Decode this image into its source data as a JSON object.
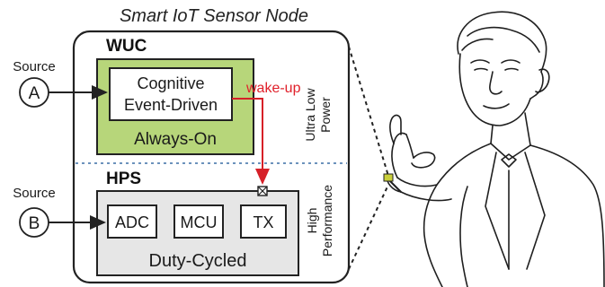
{
  "title": "Smart IoT Sensor Node",
  "wuc": {
    "label": "WUC",
    "inner_line1": "Cognitive",
    "inner_line2": "Event-Driven",
    "mode": "Always-On",
    "side_line1": "Ultra Low",
    "side_line2": "Power",
    "color": "#b7d67a"
  },
  "hps": {
    "label": "HPS",
    "blocks": [
      "ADC",
      "MCU",
      "TX"
    ],
    "mode": "Duty-Cycled",
    "side_line1": "High",
    "side_line2": "Performance",
    "color": "#e6e6e6"
  },
  "sources": [
    {
      "label": "Source",
      "id": "A"
    },
    {
      "label": "Source",
      "id": "B"
    }
  ],
  "wakeup": {
    "label": "wake-up",
    "color": "#e0202a"
  }
}
